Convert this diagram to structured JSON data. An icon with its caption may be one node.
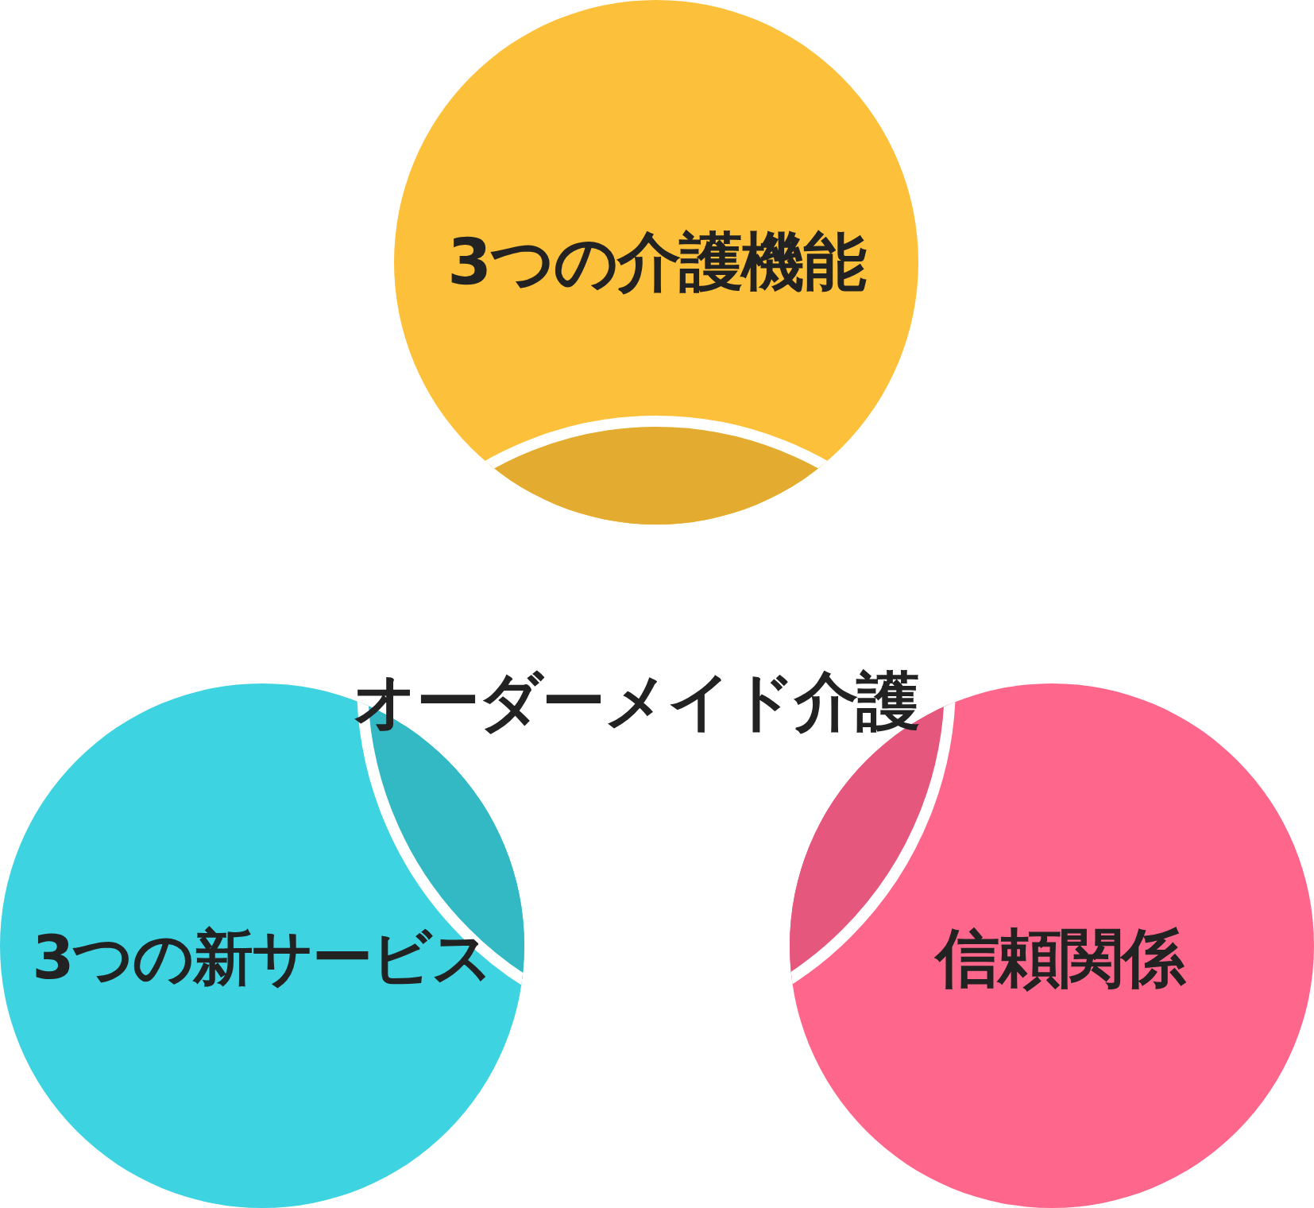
{
  "diagram": {
    "nodes": [
      {
        "text": [
          "3つの介護機能"
        ]
      },
      {
        "text": [
          "3つの新サービス"
        ]
      },
      {
        "text": [
          "信頼関係"
        ]
      }
    ],
    "labels": [
      "オーダーメイド介護"
    ]
  }
}
